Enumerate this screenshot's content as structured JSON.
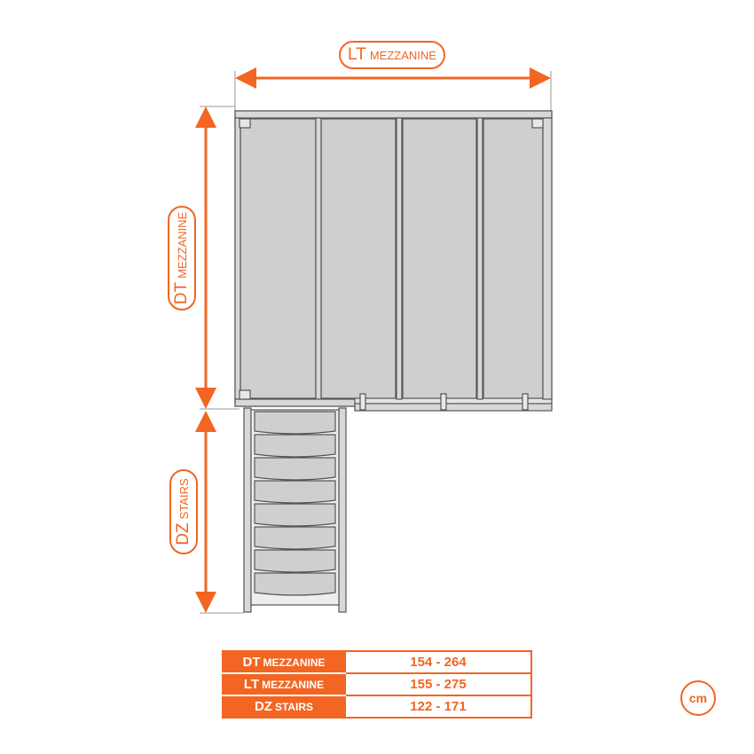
{
  "labels": {
    "width": {
      "abbr": "LT",
      "word": "mezzanine"
    },
    "depth": {
      "abbr": "DT",
      "word": "mezzanine"
    },
    "stairs": {
      "abbr": "DZ",
      "word": "stairs"
    }
  },
  "table": [
    {
      "abbr": "DT",
      "word": "mezzanine",
      "range": "154 - 264"
    },
    {
      "abbr": "LT",
      "word": "mezzanine",
      "range": "155 - 275"
    },
    {
      "abbr": "DZ",
      "word": "stairs",
      "range": "122 - 171"
    }
  ],
  "unit": "cm",
  "colors": {
    "accent": "#f26522",
    "panel": "#cfcfcf",
    "frame": "#555555"
  }
}
